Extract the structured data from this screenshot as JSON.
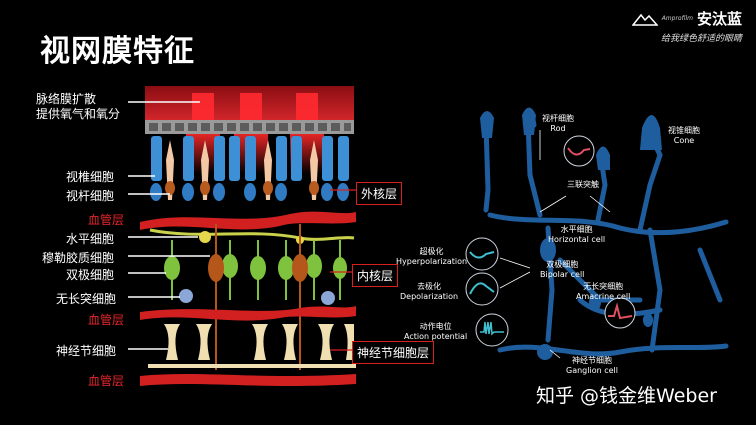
{
  "page": {
    "title": "视网膜特征",
    "brand_en": "Amprofilm",
    "brand_cn": "安汰蓝",
    "brand_slogan": "给我绿色舒适的眼睛",
    "watermark": "知乎 @钱金维Weber"
  },
  "left_labels": {
    "choroid_1": "脉络膜扩散",
    "choroid_2": "提供氧气和氧分",
    "cone": "视椎细胞",
    "rod": "视杆细胞",
    "vessel_1": "血管层",
    "horizontal": "水平细胞",
    "muller": "穆勒胶质细胞",
    "bipolar": "双极细胞",
    "amacrine": "无长突细胞",
    "vessel_2": "血管层",
    "ganglion": "神经节细胞",
    "vessel_3": "血管层"
  },
  "layer_boxes": {
    "outer": "外核层",
    "inner": "内核层",
    "ganglion": "神经节细胞层"
  },
  "diagram_labels": {
    "rod_cn": "视杆细胞",
    "rod_en": "Rod",
    "cone_cn": "视锥细胞",
    "cone_en": "Cone",
    "triad": "三联突触",
    "horizontal_cn": "水平细胞",
    "horizontal_en": "Horizontal cell",
    "hyper_cn": "超极化",
    "hyper_en": "Hyperpolarization",
    "bipolar_cn": "双极细胞",
    "bipolar_en": "Bipolar cell",
    "depol_cn": "去极化",
    "depol_en": "Depolarization",
    "amacrine_cn": "无长突细胞",
    "amacrine_en": "Amacrine cell",
    "action_cn": "动作电位",
    "action_en": "Action potential",
    "ganglion_cn": "神经节细胞",
    "ganglion_en": "Ganglion cell"
  },
  "colors": {
    "vessel": "#d21f1f",
    "cone": "#3d8fd6",
    "rod_inner": "#f3c9a5",
    "bipolar": "#7ec23e",
    "muller": "#b5561b",
    "ganglion": "#f0dfb0",
    "amacrine": "#8aa7d8",
    "neuron_blue": "#1f5e9e",
    "accent_red": "#d82020"
  }
}
